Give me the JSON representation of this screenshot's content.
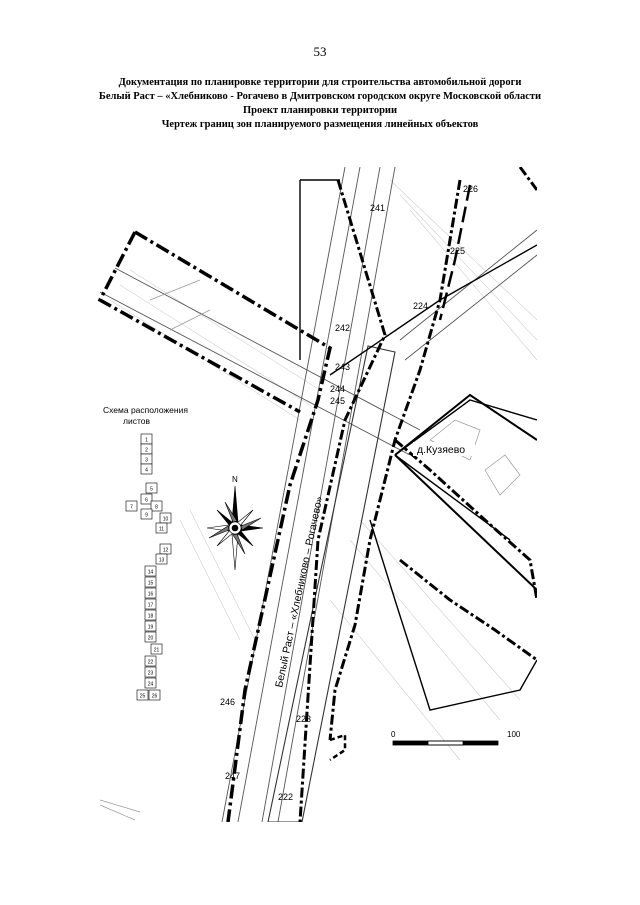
{
  "page_number": "53",
  "header": {
    "line1": "Документация по планировке территории для строительства автомобильной дороги",
    "line2": "Белый Раст – «Хлебниково - Рогачево в Дмитровском городском округе Московской области",
    "line3": "Проект планировки территории",
    "line4": "Чертеж границ зон планируемого размещения линейных объектов"
  },
  "map": {
    "road_label": "Белый Раст – «Хлебниково – Рогачево»",
    "village_label": "д.Кузяево",
    "north_label": "N",
    "inset_title_line1": "Схема расположения",
    "inset_title_line2": "листов",
    "scale_start": "0",
    "scale_end": "100",
    "points": [
      "226",
      "225",
      "224",
      "241",
      "242",
      "243",
      "244",
      "245",
      "246",
      "247",
      "223",
      "222"
    ],
    "inset_sheets": [
      "1",
      "2",
      "3",
      "4",
      "5",
      "6",
      "7",
      "8",
      "9",
      "10",
      "11",
      "12",
      "13",
      "14",
      "15",
      "16",
      "17",
      "18",
      "19",
      "20",
      "21",
      "22",
      "23",
      "24",
      "25",
      "26"
    ]
  }
}
